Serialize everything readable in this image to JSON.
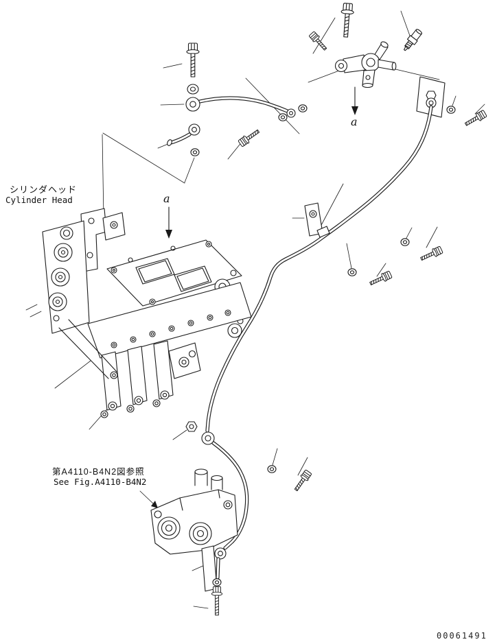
{
  "colors": {
    "background": "#ffffff",
    "line": "#1a1a1a"
  },
  "labels": {
    "cylinder_head_jp": "シリンダヘッド",
    "cylinder_head_en": "Cylinder Head",
    "see_fig_jp": "第A4110-B4N2図参照",
    "see_fig_en": "See Fig.A4110-B4N2",
    "view_label_top": "a",
    "view_label_block": "a",
    "drawing_number": "00061491"
  }
}
